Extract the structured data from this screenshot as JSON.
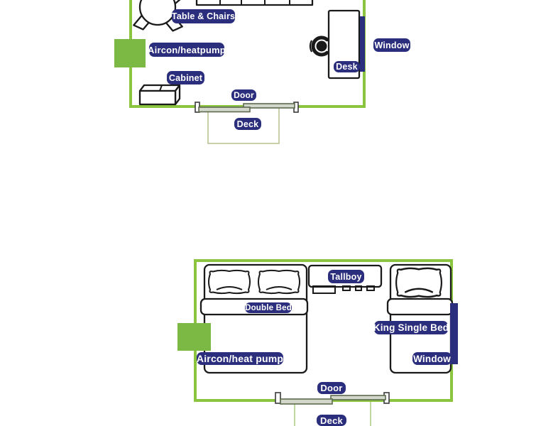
{
  "top": {
    "labels": {
      "table_chairs": "Table & Chairs",
      "aircon": "Aircon/heatpump",
      "cabinet": "Cabinet",
      "door": "Door",
      "deck": "Deck",
      "window": "Window",
      "desk": "Desk"
    }
  },
  "bottom": {
    "labels": {
      "tallboy": "Tallboy",
      "double_bed": "Double Bed",
      "king_single_bed": "King Single Bed",
      "aircon": "Aircon/heat pump",
      "window": "Window",
      "door": "Door",
      "deck": "Deck"
    }
  },
  "colors": {
    "badge_bg": "#2b2e7d",
    "badge_text": "#ffffff",
    "wall_green": "#8bc53f",
    "aircon_green": "#7cb944",
    "window_navy": "#2b2e7d",
    "outline_black": "#1a1a1a",
    "deck_outline": "#b4c08a",
    "door_panel": "#d2d6cb",
    "door_panel_stroke": "#5d6b4e"
  }
}
